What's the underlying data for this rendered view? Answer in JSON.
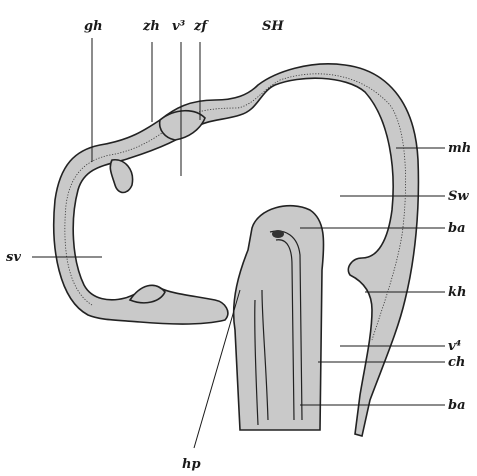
{
  "figure": {
    "labels": {
      "gh": "gh",
      "zh": "zh",
      "v3": "v³",
      "zf": "zf",
      "SH": "SH",
      "mh": "mh",
      "Sw": "Sw",
      "ba_top": "ba",
      "sv": "sv",
      "kh": "kh",
      "v4": "v⁴",
      "ch": "ch",
      "ba_bottom": "ba",
      "hp": "hp"
    }
  }
}
